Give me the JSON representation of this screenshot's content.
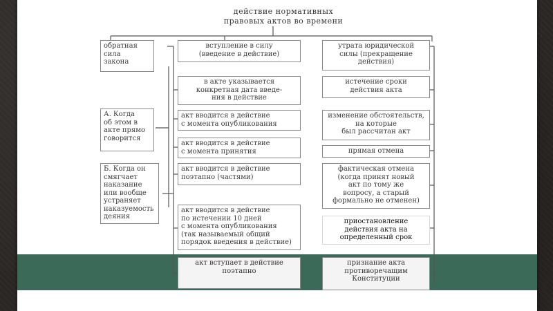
{
  "diagram": {
    "title": "действие нормативных\nправовых актов во времени",
    "left_boxes": [
      "обратная\nсила\nзакона",
      "А. Когда\nоб этом в\nакте прямо\nговорится",
      "Б. Когда он\nсмягчает\nнаказание\nили вообще\nустраняет\nнаказуемость\nдеяния"
    ],
    "middle_boxes": [
      "вступление в силу\n(введение в действие)",
      "в акте указывается\nконкретная дата введе-\nния в действие",
      "акт вводится в действие\nс момента опубликования",
      "акт вводится в действие\nс момента принятия",
      "акт вводится в действие\nпоэтапно (частями)",
      "акт вводится в действие\nпо истечении 10 дней\nс момента опубликования\n(так называемый общий\nпорядок введения в действие)",
      "акт вступает в действие\nпоэтапно"
    ],
    "right_boxes": [
      "утрата юридической\nсилы (прекращение\nдействия)",
      "истечение сроки\nдействия акта",
      "изменение обстоятельств,\nна которые\nбыл рассчитан акт",
      "прямая отмена",
      "фактическая отмена\n(когда принят новый\nакт по тому же\nвопросу, а старый\nформально не отменен)",
      "приостановление\nдействия акта на\nопределенный срок",
      "признание акта\nпротиворечащим\nКонституции"
    ]
  }
}
